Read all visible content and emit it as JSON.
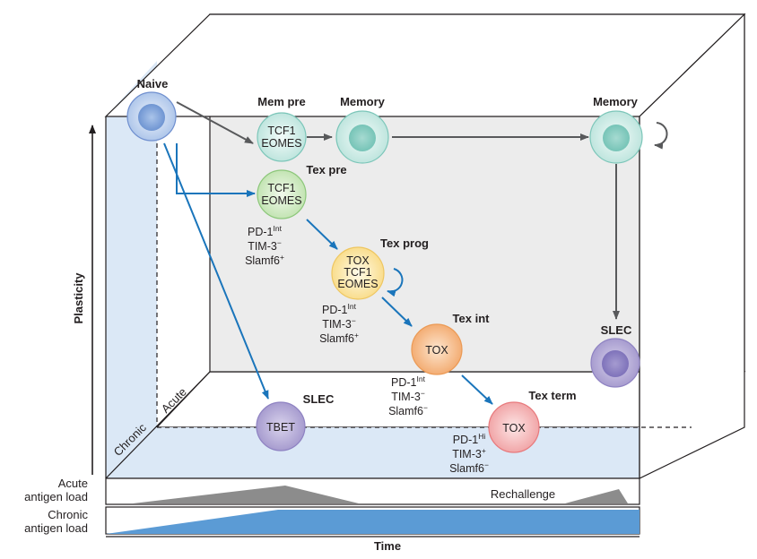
{
  "axes": {
    "y_label": "Plasticity",
    "x_label": "Time"
  },
  "planes": {
    "acute": "Acute",
    "chronic": "Chronic"
  },
  "antigen_load": {
    "acute_line1": "Acute",
    "acute_line2": "antigen load",
    "chronic_line1": "Chronic",
    "chronic_line2": "antigen load",
    "rechallenge": "Rechallenge"
  },
  "cells": {
    "naive": {
      "title": "Naive"
    },
    "mem_pre": {
      "title": "Mem pre",
      "line1": "TCF1",
      "line2": "EOMES"
    },
    "memory_early": {
      "title": "Memory"
    },
    "memory_late": {
      "title": "Memory"
    },
    "tex_pre": {
      "title": "Tex pre",
      "line1": "TCF1",
      "line2": "EOMES",
      "m1_base": "PD-1",
      "m1_sup": "Int",
      "m2_base": "TIM-3",
      "m2_sup": "−",
      "m3_base": "Slamf6",
      "m3_sup": "+"
    },
    "tex_prog": {
      "title": "Tex prog",
      "line1": "TOX",
      "line2": "TCF1",
      "line3": "EOMES",
      "m1_base": "PD-1",
      "m1_sup": "Int",
      "m2_base": "TIM-3",
      "m2_sup": "−",
      "m3_base": "Slamf6",
      "m3_sup": "+"
    },
    "tex_int": {
      "title": "Tex int",
      "line1": "TOX",
      "m1_base": "PD-1",
      "m1_sup": "Int",
      "m2_base": "TIM-3",
      "m2_sup": "−",
      "m3_base": "Slamf6",
      "m3_sup": "−"
    },
    "tex_term": {
      "title": "Tex term",
      "line1": "TOX",
      "m1_base": "PD-1",
      "m1_sup": "Hi",
      "m2_base": "TIM-3",
      "m2_sup": "+",
      "m3_base": "Slamf6",
      "m3_sup": "−"
    },
    "slec_chronic": {
      "title": "SLEC",
      "line1": "TBET"
    },
    "slec_acute": {
      "title": "SLEC"
    }
  },
  "colors": {
    "chronic_plane": "#dbe8f6",
    "blue_arrow": "#1a75bb",
    "gray_arrow": "#58595b",
    "acute_load": "#8c8c8c",
    "chronic_load": "#5b9bd5"
  }
}
